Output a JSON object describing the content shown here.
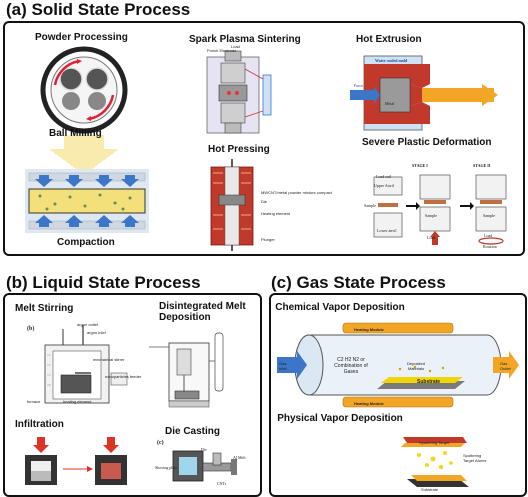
{
  "sections": {
    "solid": {
      "title": "(a) Solid State Process",
      "labels": {
        "powder_processing": "Powder Processing",
        "ball_milling": "Ball Milling",
        "compaction": "Compaction",
        "spark_plasma_sintering": "Spark Plasma Sintering",
        "hot_pressing": "Hot Pressing",
        "hot_extrusion": "Hot Extrusion",
        "severe_plastic_deformation": "Severe Plastic Deformation"
      },
      "annotations": {
        "punch_electrode": "Punch Electrode",
        "load": "Load",
        "water_cooled_mold": "Water cooled mold",
        "force": "Force",
        "metal": "Metal",
        "stage1": "STAGE I",
        "stage2": "STAGE II",
        "load_coil": "Load coil",
        "upper_anvil": "Upper Anvil",
        "sample": "Sample",
        "lower_anvil": "Lower anvil",
        "rotation": "Rotation",
        "hp_mixture": "MWCNT/metal powder mixture compact",
        "hp_die": "Die",
        "hp_heating": "Heating element",
        "hp_plunger": "Plunger"
      }
    },
    "liquid": {
      "title": "(b) Liquid State Process",
      "labels": {
        "melt_stirring": "Melt Stirring",
        "disintegrated_melt_deposition": "Disintegrated Melt Deposition",
        "infiltration": "Infiltration",
        "die_casting": "Die Casting"
      },
      "annotations": {
        "b_mark": "(b)",
        "c_mark": "(c)",
        "argon_outlet": "argon outlet",
        "argon_inlet": "argon inlet",
        "mechanical_stirrer": "mechanical stirrer",
        "nanoparticles_feeder": "nanoparticles feeder",
        "furnace": "furnace",
        "heating_element": "heating element",
        "die": "Die",
        "al_melt": "Al Melt",
        "shoving_plate": "Shoving plate",
        "cnts": "CNTs"
      }
    },
    "gas": {
      "title": "(c) Gas State Process",
      "labels": {
        "cvd": "Chemical Vapor Deposition",
        "pvd": "Physical Vapor Deposition"
      },
      "annotations": {
        "heating_module": "Heating Module",
        "gas_inlet": "Gas Inlet",
        "gas_outlet": "Gas Outlet",
        "gases": "C2 H2 N2 or Combination of Gases",
        "deposited_materials": "Deposited Materials",
        "substrate": "Substrate",
        "sputtering_target": "Sputtering Target",
        "sputtered_target_atoms": "Sputtering Target Atoms",
        "substrate_pvd": "Substrate"
      }
    }
  },
  "colors": {
    "frame": "#111111",
    "heater_red": "#c0392b",
    "heating_orange": "#f3a626",
    "arrow_blue": "#3b76c8",
    "pale_blue": "#d6e6f7",
    "powder_yellow": "#f4e48a"
  }
}
